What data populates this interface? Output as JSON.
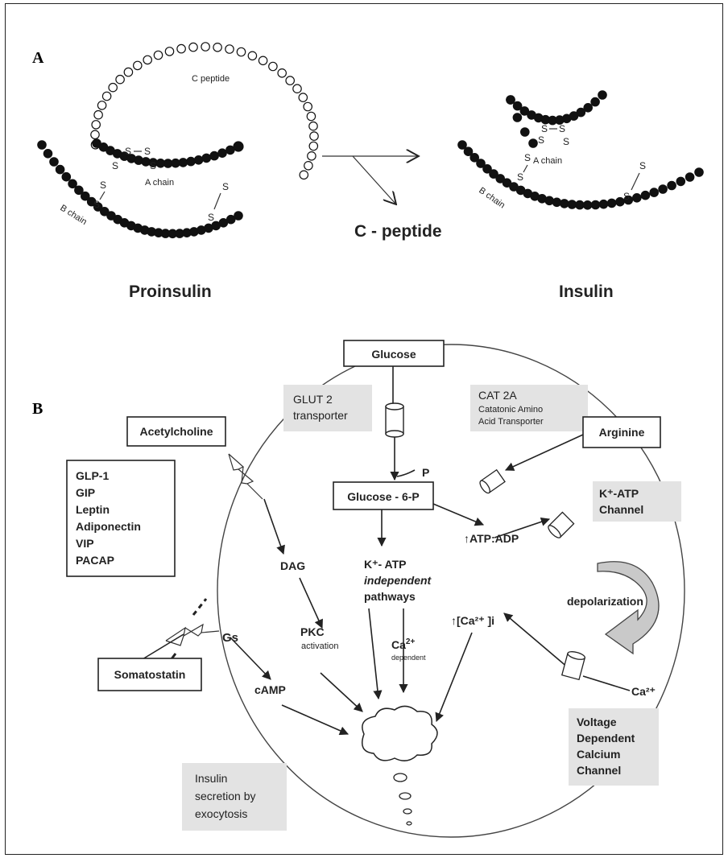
{
  "panel_a": {
    "label": "A",
    "c_peptide_loop": "C peptide",
    "a_chain": "A chain",
    "b_chain": "B chain",
    "ss": "S",
    "cleaved": "C - peptide",
    "proinsulin": "Proinsulin",
    "insulin": "Insulin"
  },
  "panel_b": {
    "label": "B",
    "glucose": "Glucose",
    "glut2": [
      "GLUT 2",
      "transporter"
    ],
    "cat2a": [
      "CAT 2A",
      "Catatonic Amino",
      "Acid Transporter"
    ],
    "arginine": "Arginine",
    "acetylcholine": "Acetylcholine",
    "incretins": [
      "GLP-1",
      "GIP",
      "Leptin",
      "Adiponectin",
      "VIP",
      "PACAP"
    ],
    "p": "P",
    "g6p": "Glucose - 6-P",
    "katp_channel": [
      "K⁺-ATP",
      "Channel"
    ],
    "dag": "DAG",
    "katp_indep": [
      "K⁺- ATP",
      "independent",
      "pathways"
    ],
    "atp_adp": "↑ATP:ADP",
    "depolarization": "depolarization",
    "gs": "Gs",
    "pkc": "PKC",
    "activation": "activation",
    "ca_dep": "Ca",
    "ca_dep_sup": "2+",
    "dependent": "dependent",
    "ca_i": "↑[Ca²⁺ ]i",
    "somatostatin": "Somatostatin",
    "camp": "cAMP",
    "ca_ext": "Ca²⁺",
    "vdcc": [
      "Voltage",
      "Dependent",
      "Calcium",
      "Channel"
    ],
    "secretion": [
      "Insulin",
      "secretion by",
      "exocytosis"
    ]
  }
}
